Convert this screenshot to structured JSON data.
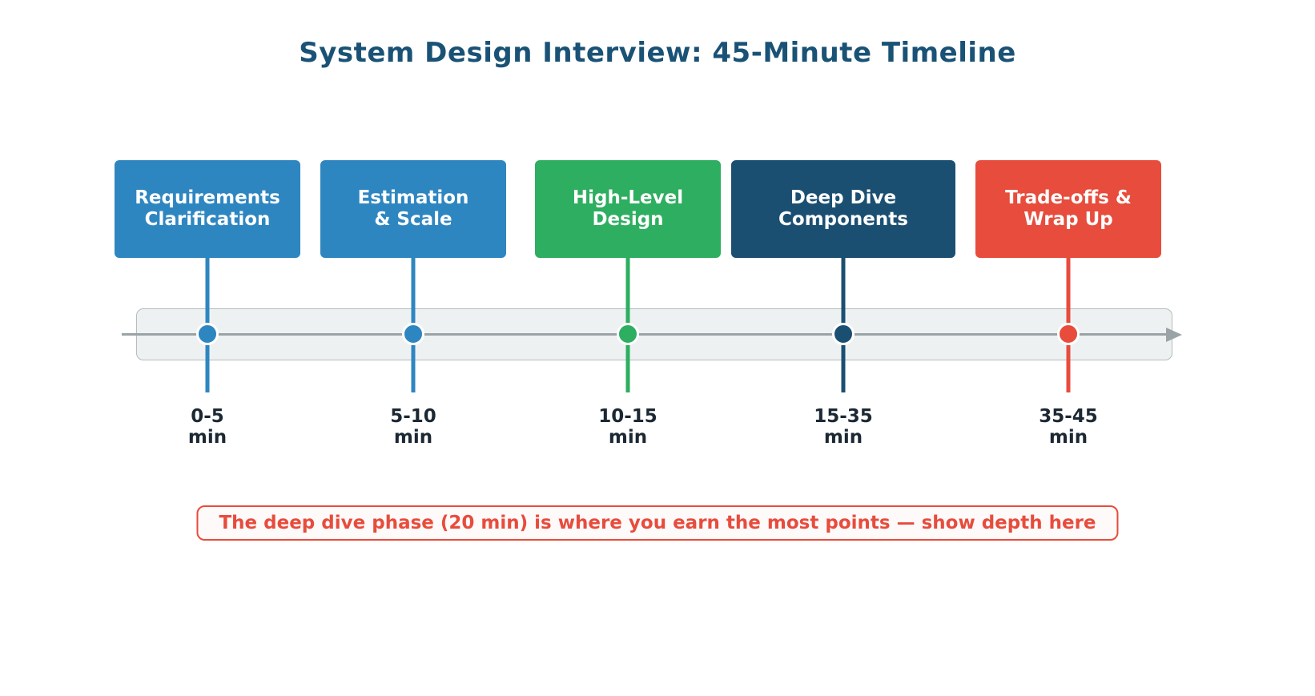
{
  "title": "System Design Interview: 45-Minute Timeline",
  "colors": {
    "title": "#1a5276",
    "timeline_bar_fill": "#eef1f2",
    "timeline_bar_border": "#b3bcbe",
    "arrow": "#9aa3a6",
    "time_label_text": "#1c2833",
    "note_text": "#e74c3c",
    "note_border": "#e74c3c",
    "note_background": "#fffafa",
    "phase_blue": "#2E86C1",
    "phase_green": "#2EAE60",
    "phase_navy": "#1B4F72",
    "phase_red": "#E74C3C"
  },
  "phases": [
    {
      "label_line1": "Requirements",
      "label_line2": "Clarification",
      "color": "#2E86C1",
      "time_line1": "0-5",
      "time_line2": "min"
    },
    {
      "label_line1": "Estimation",
      "label_line2": "& Scale",
      "color": "#2E86C1",
      "time_line1": "5-10",
      "time_line2": "min"
    },
    {
      "label_line1": "High-Level",
      "label_line2": "Design",
      "color": "#2EAE60",
      "time_line1": "10-15",
      "time_line2": "min"
    },
    {
      "label_line1": "Deep Dive",
      "label_line2": "Components",
      "color": "#1B4F72",
      "time_line1": "15-35",
      "time_line2": "min"
    },
    {
      "label_line1": "Trade-offs &",
      "label_line2": "Wrap Up",
      "color": "#E74C3C",
      "time_line1": "35-45",
      "time_line2": "min"
    }
  ],
  "note": {
    "text": "The deep dive phase (20 min) is where you earn the most points — show depth here"
  }
}
